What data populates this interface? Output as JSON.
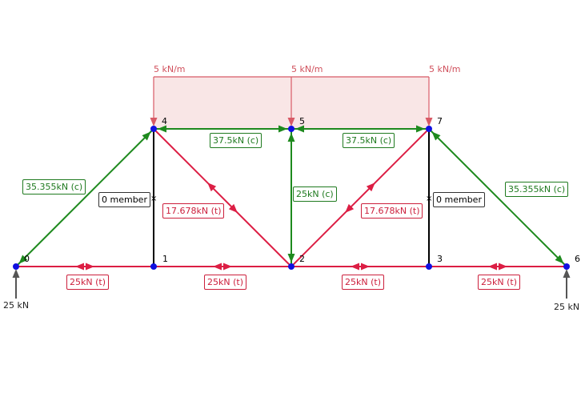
{
  "colors": {
    "compression": "#1e8a1e",
    "tension": "#dc1e44",
    "zero": "#000000",
    "node": "#1010e0",
    "load": "#d85a66",
    "load_fill": "#f9e6e6",
    "reaction": "#555555"
  },
  "nodes": [
    {
      "id": "0",
      "label": "0"
    },
    {
      "id": "1",
      "label": "1"
    },
    {
      "id": "2",
      "label": "2"
    },
    {
      "id": "3",
      "label": "3"
    },
    {
      "id": "4",
      "label": "4"
    },
    {
      "id": "5",
      "label": "5"
    },
    {
      "id": "6",
      "label": "6"
    },
    {
      "id": "7",
      "label": "7"
    }
  ],
  "members": [
    {
      "from": "0",
      "to": "1",
      "state": "tension",
      "label": "25kN (t)"
    },
    {
      "from": "1",
      "to": "2",
      "state": "tension",
      "label": "25kN (t)"
    },
    {
      "from": "2",
      "to": "3",
      "state": "tension",
      "label": "25kN (t)"
    },
    {
      "from": "3",
      "to": "6",
      "state": "tension",
      "label": "25kN (t)"
    },
    {
      "from": "0",
      "to": "4",
      "state": "compression",
      "label": "35.355kN (c)"
    },
    {
      "from": "4",
      "to": "5",
      "state": "compression",
      "label": "37.5kN (c)"
    },
    {
      "from": "5",
      "to": "7",
      "state": "compression",
      "label": "37.5kN (c)"
    },
    {
      "from": "7",
      "to": "6",
      "state": "compression",
      "label": "35.355kN (c)"
    },
    {
      "from": "4",
      "to": "1",
      "state": "zero",
      "label": "0 member"
    },
    {
      "from": "4",
      "to": "2",
      "state": "tension",
      "label": "17.678kN (t)"
    },
    {
      "from": "5",
      "to": "2",
      "state": "compression",
      "label": "25kN (c)"
    },
    {
      "from": "2",
      "to": "7",
      "state": "tension",
      "label": "17.678kN (t)"
    },
    {
      "from": "7",
      "to": "3",
      "state": "zero",
      "label": "0 member"
    }
  ],
  "distributed_load": {
    "labels": [
      "5 kN/m",
      "5 kN/m",
      "5 kN/m"
    ]
  },
  "reactions": [
    {
      "node": "0",
      "label": "25 kN"
    },
    {
      "node": "6",
      "label": "25 kN"
    }
  ]
}
